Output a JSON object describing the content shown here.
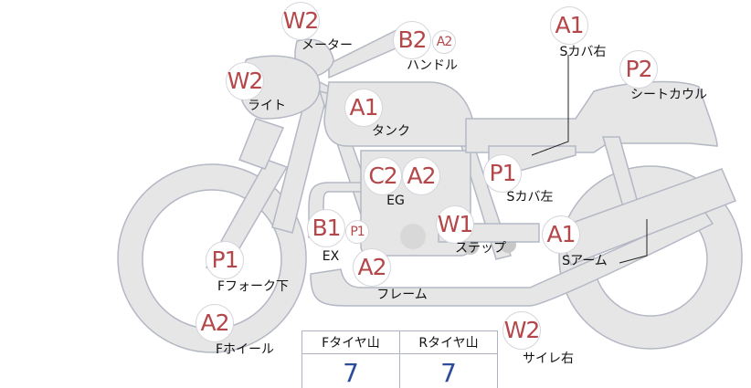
{
  "parts": [
    {
      "id": "meter",
      "label": "メーター",
      "grade": "W2"
    },
    {
      "id": "handle",
      "label": "ハンドル",
      "grade": "B2",
      "sub_grade": "A2"
    },
    {
      "id": "s-cover-right",
      "label": "Sカバ右",
      "grade": "A1"
    },
    {
      "id": "seat-cowl",
      "label": "シートカウル",
      "grade": "P2"
    },
    {
      "id": "light",
      "label": "ライト",
      "grade": "W2"
    },
    {
      "id": "tank",
      "label": "タンク",
      "grade": "A1"
    },
    {
      "id": "engine",
      "label": "EG",
      "grade": "C2",
      "sub_grade": "A2"
    },
    {
      "id": "s-cover-left",
      "label": "Sカバ左",
      "grade": "P1"
    },
    {
      "id": "exhaust",
      "label": "EX",
      "grade": "B1",
      "sub_grade": "P1"
    },
    {
      "id": "step",
      "label": "ステップ",
      "grade": "W1"
    },
    {
      "id": "swing-arm",
      "label": "Sアーム",
      "grade": "A1"
    },
    {
      "id": "front-fork-lower",
      "label": "Fフォーク下",
      "grade": "P1"
    },
    {
      "id": "frame",
      "label": "フレーム",
      "grade": "A2"
    },
    {
      "id": "front-wheel",
      "label": "Fホイール",
      "grade": "A2"
    },
    {
      "id": "silencer-right",
      "label": "サイレ右",
      "grade": "W2"
    }
  ],
  "tire_table": {
    "headers": [
      "Fタイヤ山",
      "Rタイヤ山"
    ],
    "values": [
      "7",
      "7"
    ]
  },
  "colors": {
    "grade_text": "#b4474a",
    "value_text": "#2d4c9c",
    "part_fill": "#e6e6e6",
    "part_stroke": "#b0b4c0"
  }
}
